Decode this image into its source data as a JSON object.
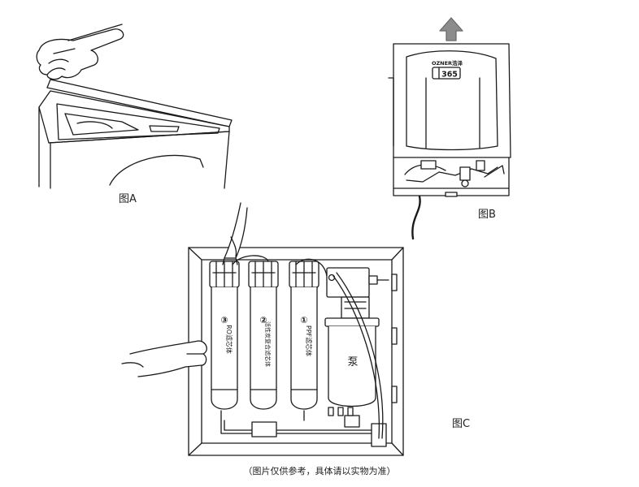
{
  "figures": {
    "a": {
      "label": "图A"
    },
    "b": {
      "label": "图B",
      "brand": "OZNER浩泽",
      "badge": "365"
    },
    "c": {
      "label": "图C",
      "filters": [
        {
          "num": "③",
          "text": "RO滤芯体"
        },
        {
          "num": "②",
          "text": "活性炭复合滤芯体"
        },
        {
          "num": "①",
          "text": "PPF滤芯体"
        }
      ],
      "pump": "泵"
    }
  },
  "caption": "（图片仅供参考，具体请以实物为准）",
  "colors": {
    "line": "#1a1a1a",
    "arrow": "#8c8c8c",
    "panel": "#ffffff"
  }
}
